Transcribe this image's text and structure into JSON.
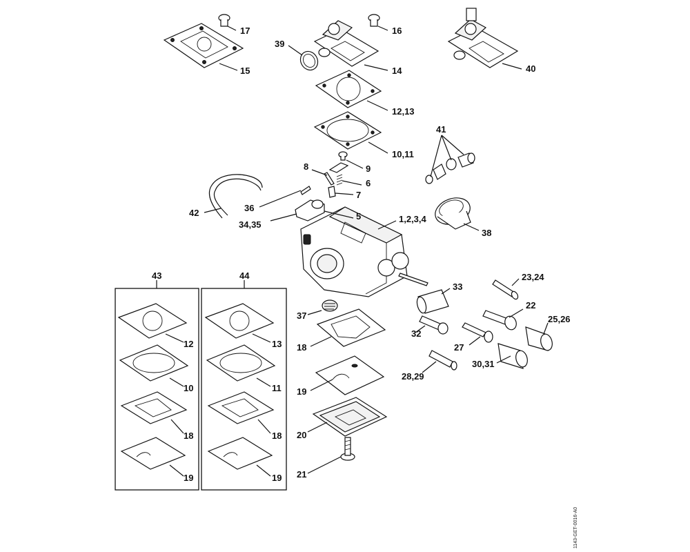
{
  "diagram": {
    "labels": {
      "p17": "17",
      "p15": "15",
      "p39": "39",
      "p16": "16",
      "p14": "14",
      "p40": "40",
      "p12_13": "12,13",
      "p41": "41",
      "p10_11": "10,11",
      "p8": "8",
      "p9": "9",
      "p6": "6",
      "p7": "7",
      "p42": "42",
      "p36": "36",
      "p5": "5",
      "p34_35": "34,35",
      "p1_2_3_4": "1,2,3,4",
      "p38": "38",
      "p43": "43",
      "p44": "44",
      "p23_24": "23,24",
      "p33": "33",
      "p22": "22",
      "p37": "37",
      "p25_26": "25,26",
      "p32": "32",
      "p18": "18",
      "p27": "27",
      "p30_31": "30,31",
      "p28_29": "28,29",
      "p19": "19",
      "p20": "20",
      "p21": "21",
      "k43_12": "12",
      "k43_10": "10",
      "k43_18": "18",
      "k43_19": "19",
      "k44_13": "13",
      "k44_11": "11",
      "k44_18": "18",
      "k44_19": "19"
    },
    "reference_code": "1143-GET-0016-A0"
  }
}
